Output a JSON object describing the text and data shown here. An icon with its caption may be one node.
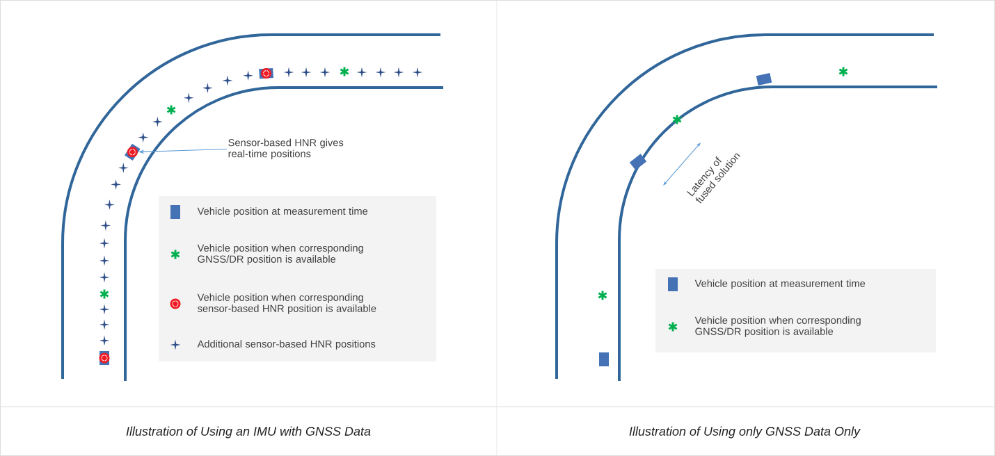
{
  "diagram": {
    "nodes": [
      {
        "text": [
          "Sensor-based HNR gives real-time positions"
        ]
      },
      {
        "text": [],
        "shape": "box"
      },
      {
        "text": [],
        "shape": "box"
      },
      {
        "text": [],
        "shape": "box"
      },
      {
        "text": [],
        "shape": "box"
      },
      {
        "text": [],
        "shape": "box"
      },
      {
        "text": [],
        "shape": "box"
      }
    ],
    "edges": [
      {
        "from": 0,
        "to": 2,
        "arrow": "to"
      }
    ],
    "labels": [
      "Latency of fused solution",
      "Illustration of Using an IMU with GNSS Data",
      "Illustration of Using only GNSS Data Only"
    ],
    "legend": [
      {
        "text": "Vehicle position at measurement time"
      },
      {
        "text": "Vehicle position when corresponding GNSS/DR position is available"
      },
      {
        "text": "Vehicle position when corresponding sensor-based HNR position is available"
      },
      {
        "text": "Additional sensor-based HNR positions"
      },
      {
        "text": "Vehicle position at measurement time"
      },
      {
        "text": "Vehicle position when corresponding GNSS/DR position is available"
      }
    ]
  }
}
